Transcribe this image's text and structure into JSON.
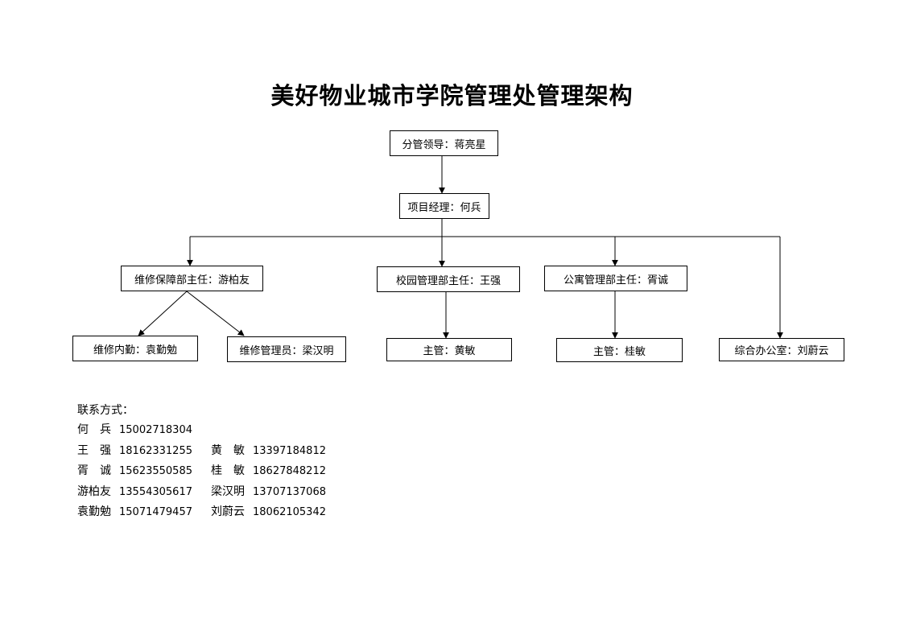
{
  "title": "美好物业城市学院管理处管理架构",
  "org_chart": {
    "leader": "分管领导：蒋亮星",
    "manager": "项目经理：何兵",
    "departments": {
      "maintenance": "维修保障部主任：游柏友",
      "campus": "校园管理部主任：王强",
      "apartment": "公寓管理部主任：胥诚"
    },
    "staff": {
      "maintenance_internal": "维修内勤：袁勤勉",
      "maintenance_manager": "维修管理员：梁汉明",
      "campus_supervisor": "主管：黄敏",
      "apartment_supervisor": "主管：桂敏",
      "office": "综合办公室：刘蔚云"
    }
  },
  "contacts": {
    "heading": "联系方式：",
    "rows": [
      [
        {
          "name": "何　兵",
          "phone": "15002718304"
        }
      ],
      [
        {
          "name": "王　强",
          "phone": "18162331255"
        },
        {
          "name": "黄　敏",
          "phone": "13397184812"
        }
      ],
      [
        {
          "name": "胥　诚",
          "phone": "15623550585"
        },
        {
          "name": "桂　敏",
          "phone": "18627848212"
        }
      ],
      [
        {
          "name": "游柏友",
          "phone": "13554305617"
        },
        {
          "name": "梁汉明",
          "phone": "13707137068"
        }
      ],
      [
        {
          "name": "袁勤勉",
          "phone": "15071479457"
        },
        {
          "name": "刘蔚云",
          "phone": "18062105342"
        }
      ]
    ]
  }
}
